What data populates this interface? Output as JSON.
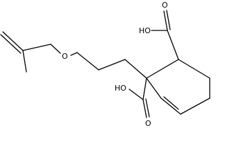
{
  "molecule": {
    "labels": {
      "hydroxyl_top": "HO",
      "carbonyl_o_top": "O",
      "hydroxyl_bottom": "HO",
      "carbonyl_o_bottom": "O",
      "ether_o": "O"
    }
  }
}
